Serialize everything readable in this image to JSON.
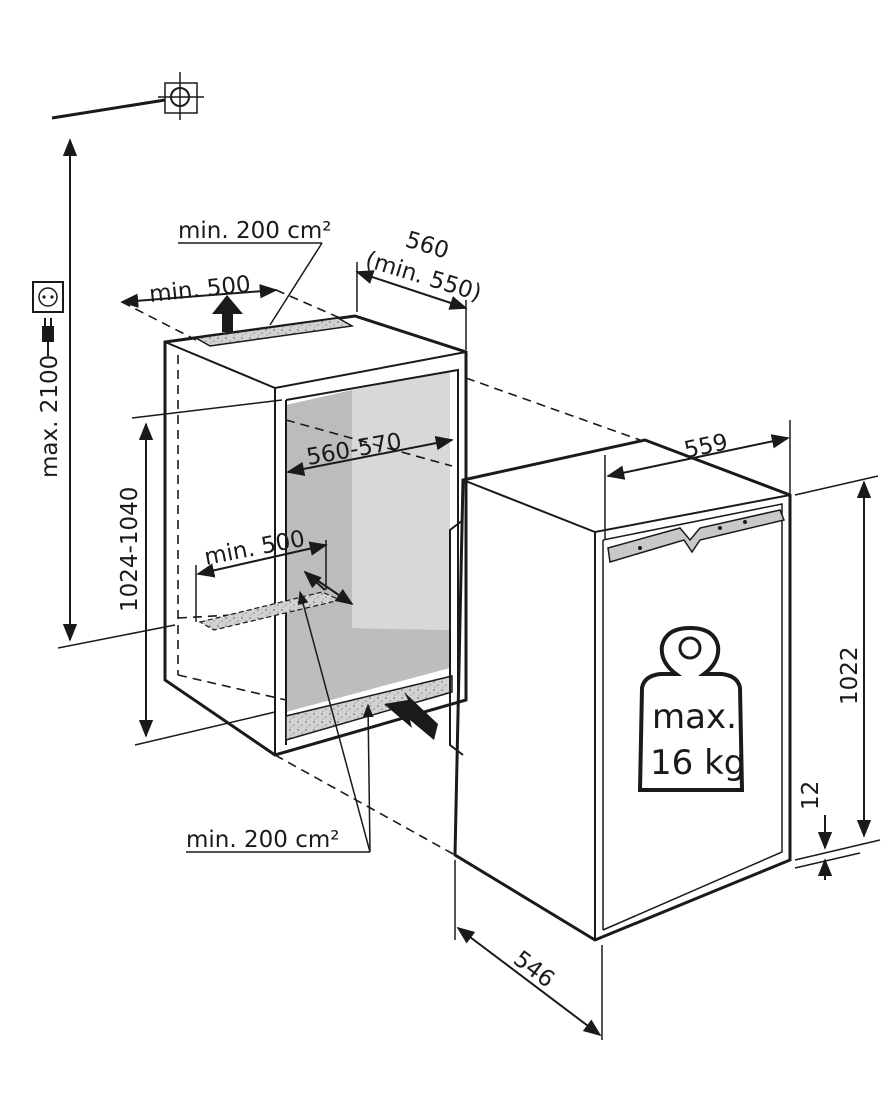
{
  "labels": {
    "vent_top_area": "min. 200 cm²",
    "vent_top_width": "min. 500",
    "niche_depth": "560",
    "niche_depth_min": "(min. 550)",
    "niche_width": "560-570",
    "niche_height": "1024-1040",
    "max_height": "max. 2100",
    "vent_bottom_width": "min. 500",
    "vent_bottom_area": "min. 200 cm²",
    "appliance_width": "559",
    "appliance_height": "1022",
    "plinth_gap": "12",
    "appliance_depth": "546",
    "max_load_line1": "max.",
    "max_load_line2": "16 kg"
  },
  "colors": {
    "line": "#1a1a1a",
    "niche_inner_back": "#b9b9b9",
    "niche_inner_side": "#d6d6d6",
    "vent_fill": "#cfcfcf",
    "handle_fill": "#c8c8c8"
  },
  "icons": [
    "crosshair-icon",
    "power-socket-icon",
    "power-plug-icon",
    "arrow-up-icon",
    "arrow-in-icon",
    "weight-icon"
  ]
}
